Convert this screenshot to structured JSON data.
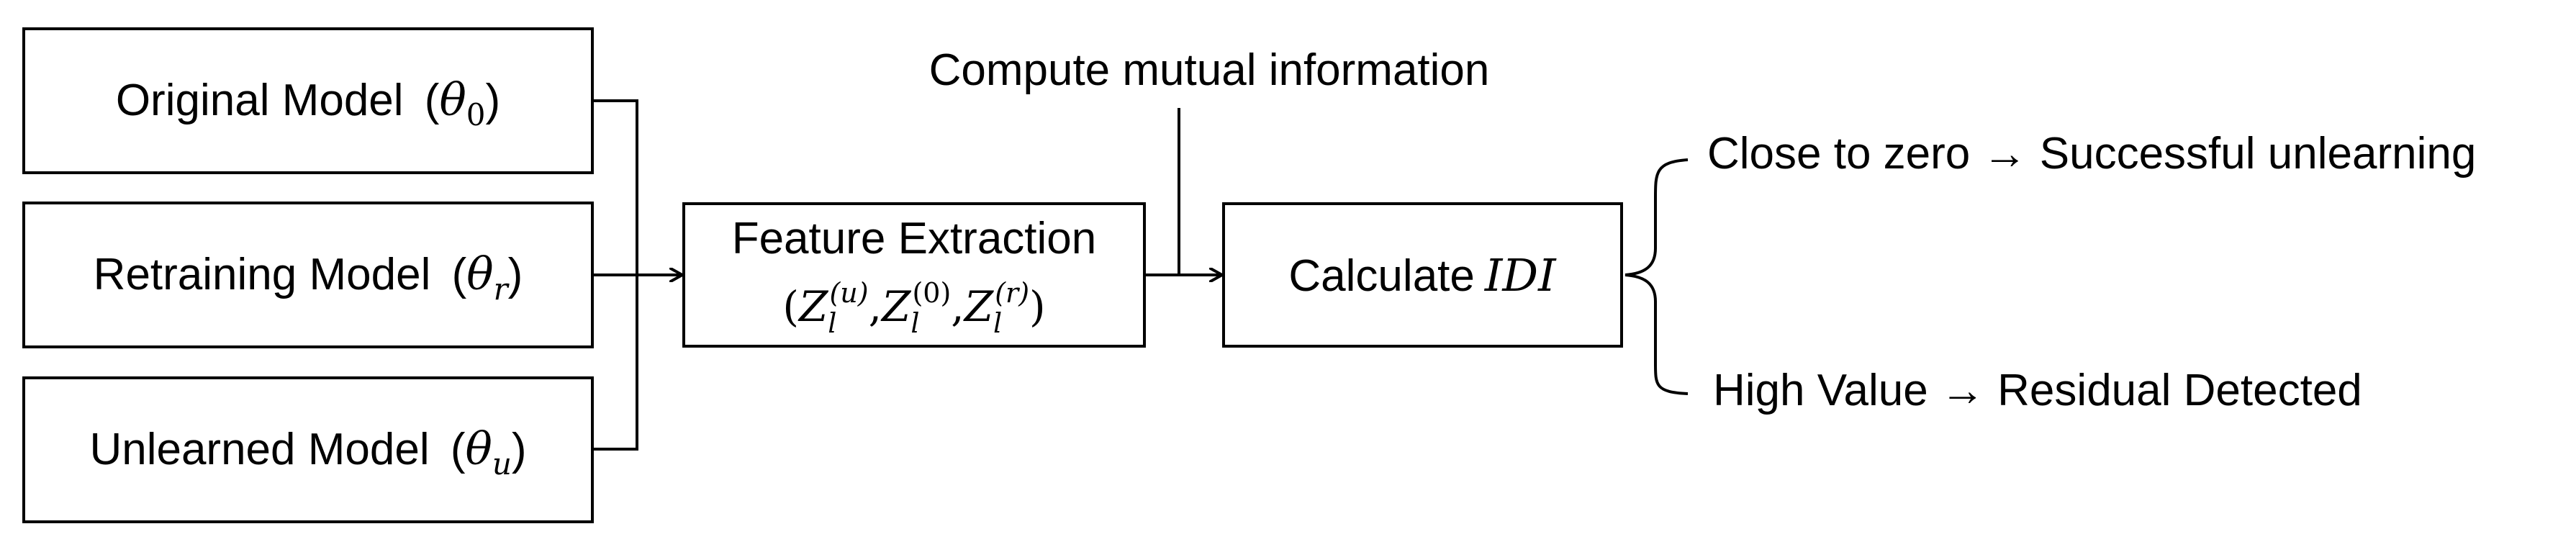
{
  "diagram": {
    "inputs": [
      {
        "label": "Original Model",
        "symbol": "θ",
        "subscript": "0"
      },
      {
        "label": "Retraining Model",
        "symbol": "θ",
        "subscript": "r"
      },
      {
        "label": "Unlearned Model",
        "symbol": "θ",
        "subscript": "u"
      }
    ],
    "feature": {
      "title": "Feature Extraction",
      "symbol": "Z",
      "subscript": "l",
      "superscripts": [
        "(u)",
        "(0)",
        "(r)"
      ]
    },
    "mutual_info_label": "Compute mutual information",
    "calculate": {
      "label": "Calculate",
      "metric": "IDI"
    },
    "outcomes": {
      "top": "Close to zero → Successful unlearning",
      "bottom": "High Value → Residual Detected"
    }
  }
}
